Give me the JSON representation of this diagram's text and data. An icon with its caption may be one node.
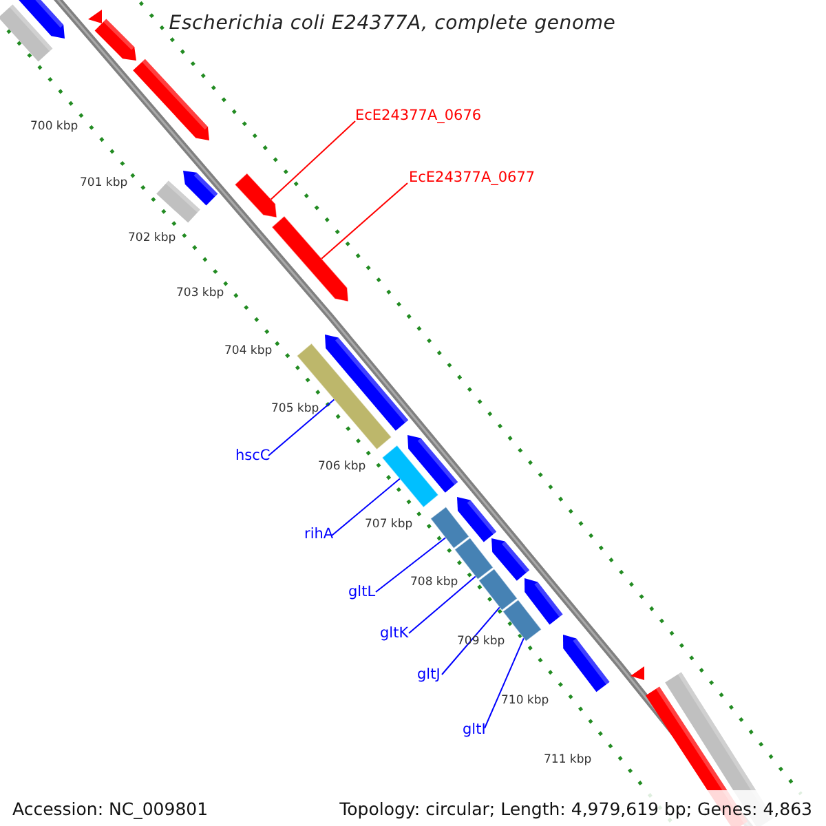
{
  "diagram": {
    "title": "Escherichia coli E24377A, complete genome",
    "nodes": [
      {
        "text": [
          "EcE24377A_0676"
        ]
      },
      {
        "text": [
          "EcE24377A_0677"
        ]
      },
      {
        "text": [
          "hscC"
        ]
      },
      {
        "text": [
          "rihA"
        ]
      },
      {
        "text": [
          "gltL"
        ]
      },
      {
        "text": [
          "gltK"
        ]
      },
      {
        "text": [
          "gltJ"
        ]
      },
      {
        "text": [
          "gltI"
        ]
      },
      {
        "text": [],
        "shape": "bar"
      },
      {
        "text": [],
        "shape": "bar"
      },
      {
        "text": [],
        "shape": "bar"
      },
      {
        "text": [],
        "shape": "bar"
      },
      {
        "text": [],
        "shape": "bar"
      },
      {
        "text": [],
        "shape": "bar"
      },
      {
        "text": [],
        "shape": "bar"
      },
      {
        "text": [],
        "shape": "bar"
      }
    ],
    "edges": [
      {
        "from": 0,
        "to": 8,
        "arrow": "none",
        "color": "#ff0000"
      },
      {
        "from": 1,
        "to": 9,
        "arrow": "none",
        "color": "#ff0000"
      },
      {
        "from": 2,
        "to": 10,
        "arrow": "none"
      },
      {
        "from": 3,
        "to": 11,
        "arrow": "none"
      },
      {
        "from": 4,
        "to": 12,
        "arrow": "none"
      },
      {
        "from": 5,
        "to": 13,
        "arrow": "none"
      },
      {
        "from": 6,
        "to": 14,
        "arrow": "none"
      },
      {
        "from": 7,
        "to": 15,
        "arrow": "none"
      }
    ],
    "labels": [
      "700 kbp",
      "701 kbp",
      "702 kbp",
      "703 kbp",
      "704 kbp",
      "705 kbp",
      "706 kbp",
      "707 kbp",
      "708 kbp",
      "709 kbp",
      "710 kbp",
      "711 kbp",
      "Accession: NC_009801",
      "Topology: circular; Length: 4,979,619 bp; Genes: 4,863"
    ]
  }
}
